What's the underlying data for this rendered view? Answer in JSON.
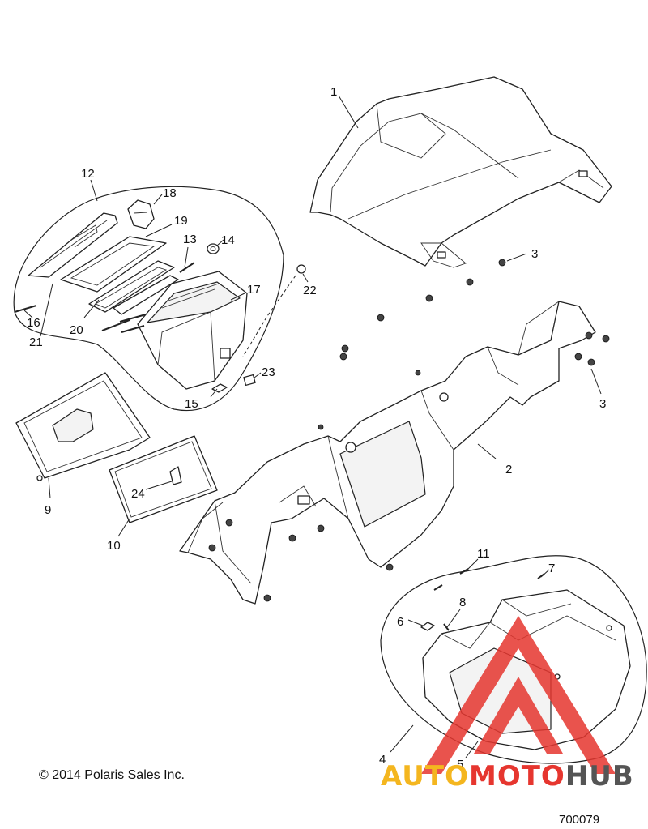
{
  "callouts": [
    "1",
    "2",
    "3",
    "3",
    "4",
    "5",
    "6",
    "7",
    "8",
    "9",
    "10",
    "11",
    "12",
    "13",
    "14",
    "15",
    "16",
    "17",
    "18",
    "19",
    "20",
    "21",
    "22",
    "23",
    "24"
  ],
  "copyright": "© 2014 Polaris Sales Inc.",
  "diagram_id": "700079",
  "watermark": {
    "part1": "AUTO",
    "part2": "MOTO",
    "part3": "HUB",
    "colors": {
      "auto": "#f4b61f",
      "moto": "#e6362f",
      "hub": "#555555",
      "triangle": "#e6362f"
    }
  }
}
